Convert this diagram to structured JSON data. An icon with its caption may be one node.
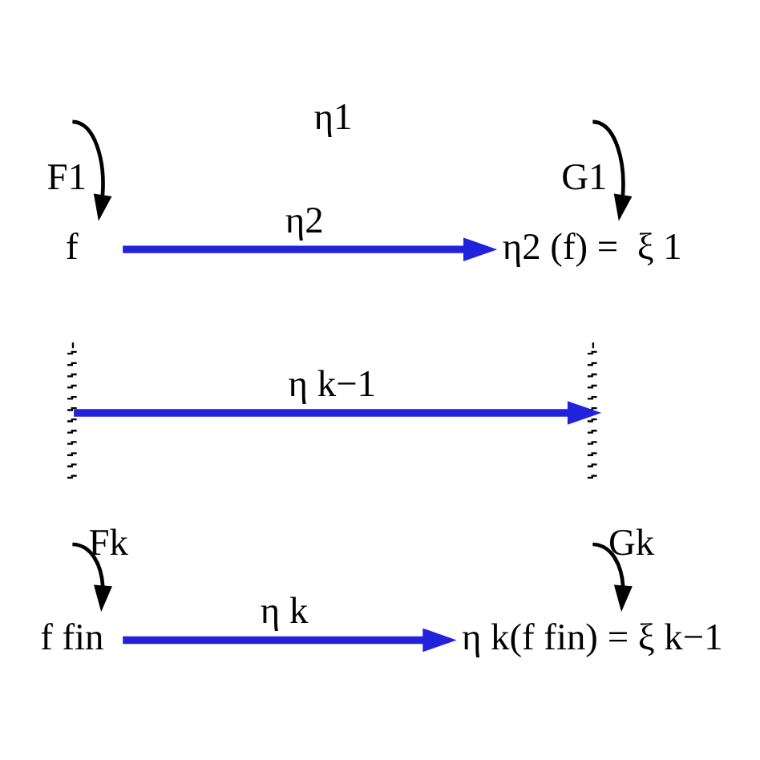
{
  "diagram": {
    "nodes": [
      {
        "text": [
          "f"
        ]
      },
      {
        "text": [
          "η2 (f) =  ξ 1"
        ]
      },
      {
        "text": [],
        "shape": "bar"
      },
      {
        "text": [],
        "shape": "bar"
      },
      {
        "text": [
          "f fin"
        ]
      },
      {
        "text": [
          "η k(f fin) = ξ k−1"
        ]
      }
    ],
    "edges": [
      {
        "from": null,
        "to": 0,
        "arrow": "to",
        "label": "F1"
      },
      {
        "from": null,
        "to": 1,
        "arrow": "to",
        "label": "G1"
      },
      {
        "from": 0,
        "to": 1,
        "arrow": "to",
        "label": "η2",
        "color": "#2222dd",
        "style": "thick"
      },
      {
        "from": 2,
        "to": 3,
        "arrow": "to",
        "label": "η k−1",
        "color": "#2222dd",
        "style": "thick"
      },
      {
        "from": null,
        "to": 4,
        "arrow": "to",
        "label": "Fk"
      },
      {
        "from": null,
        "to": 5,
        "arrow": "to",
        "label": "Gk"
      },
      {
        "from": 4,
        "to": 5,
        "arrow": "to",
        "label": "η k",
        "color": "#2222dd",
        "style": "thick"
      }
    ],
    "labels": [
      "η1"
    ]
  }
}
